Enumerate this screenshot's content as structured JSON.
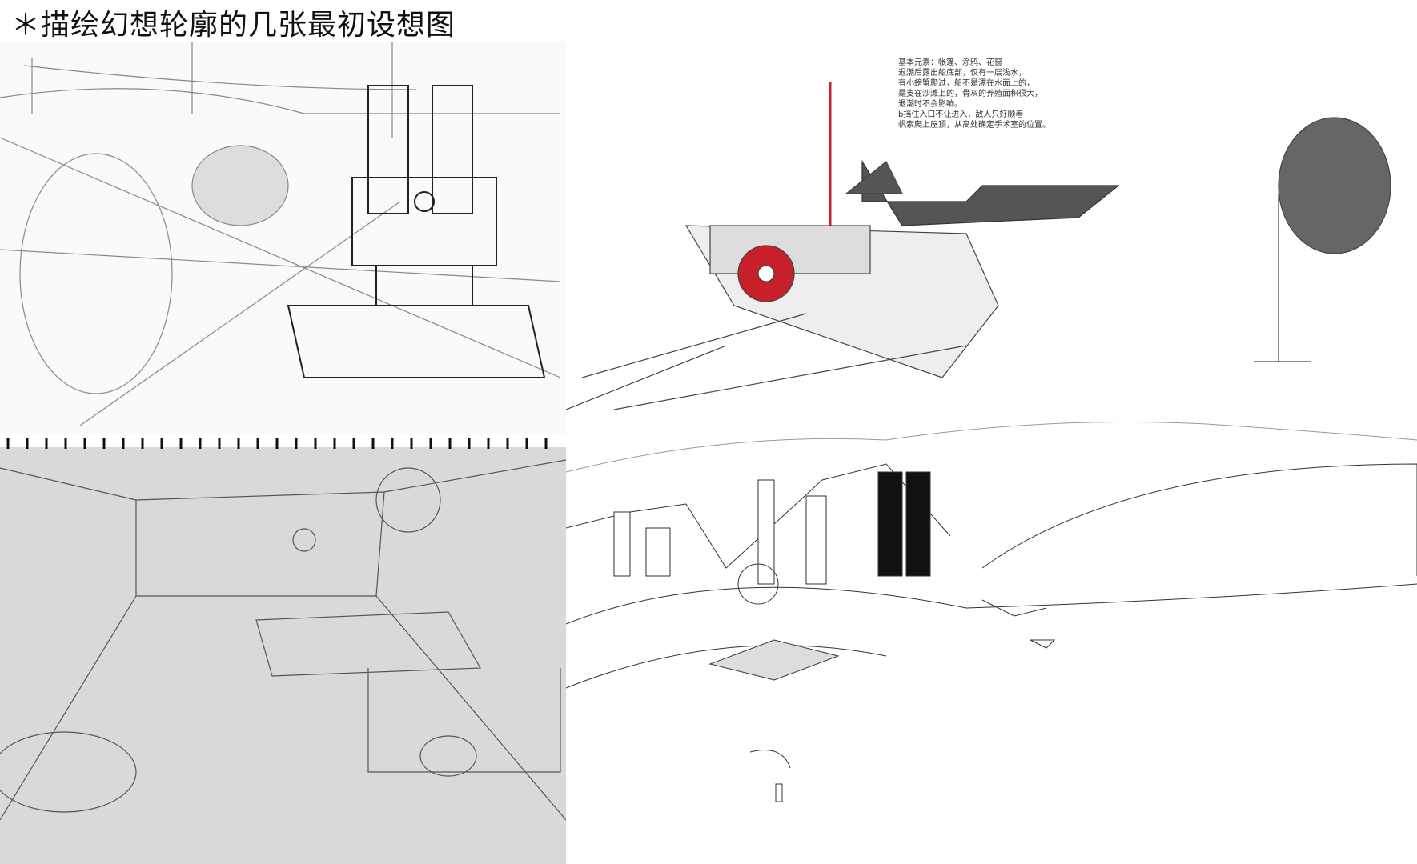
{
  "title": "＊描绘幻想轮廓的几张最初设想图",
  "ship_notes": [
    "基本元素：帐篷、涂鸦、花窗",
    "退潮后露出船底部，仅有一层浅水，",
    "有小螃蟹爬过，船不是漂在水面上的，",
    "是支在沙滩上的，骨灰的养殖面积很大，",
    "退潮时不会影响。",
    "b挡住入口不让进入，敌人只好顺着",
    "帆索爬上屋顶，从高处确定手术室的位置。"
  ],
  "accent_color": "#c8202a"
}
